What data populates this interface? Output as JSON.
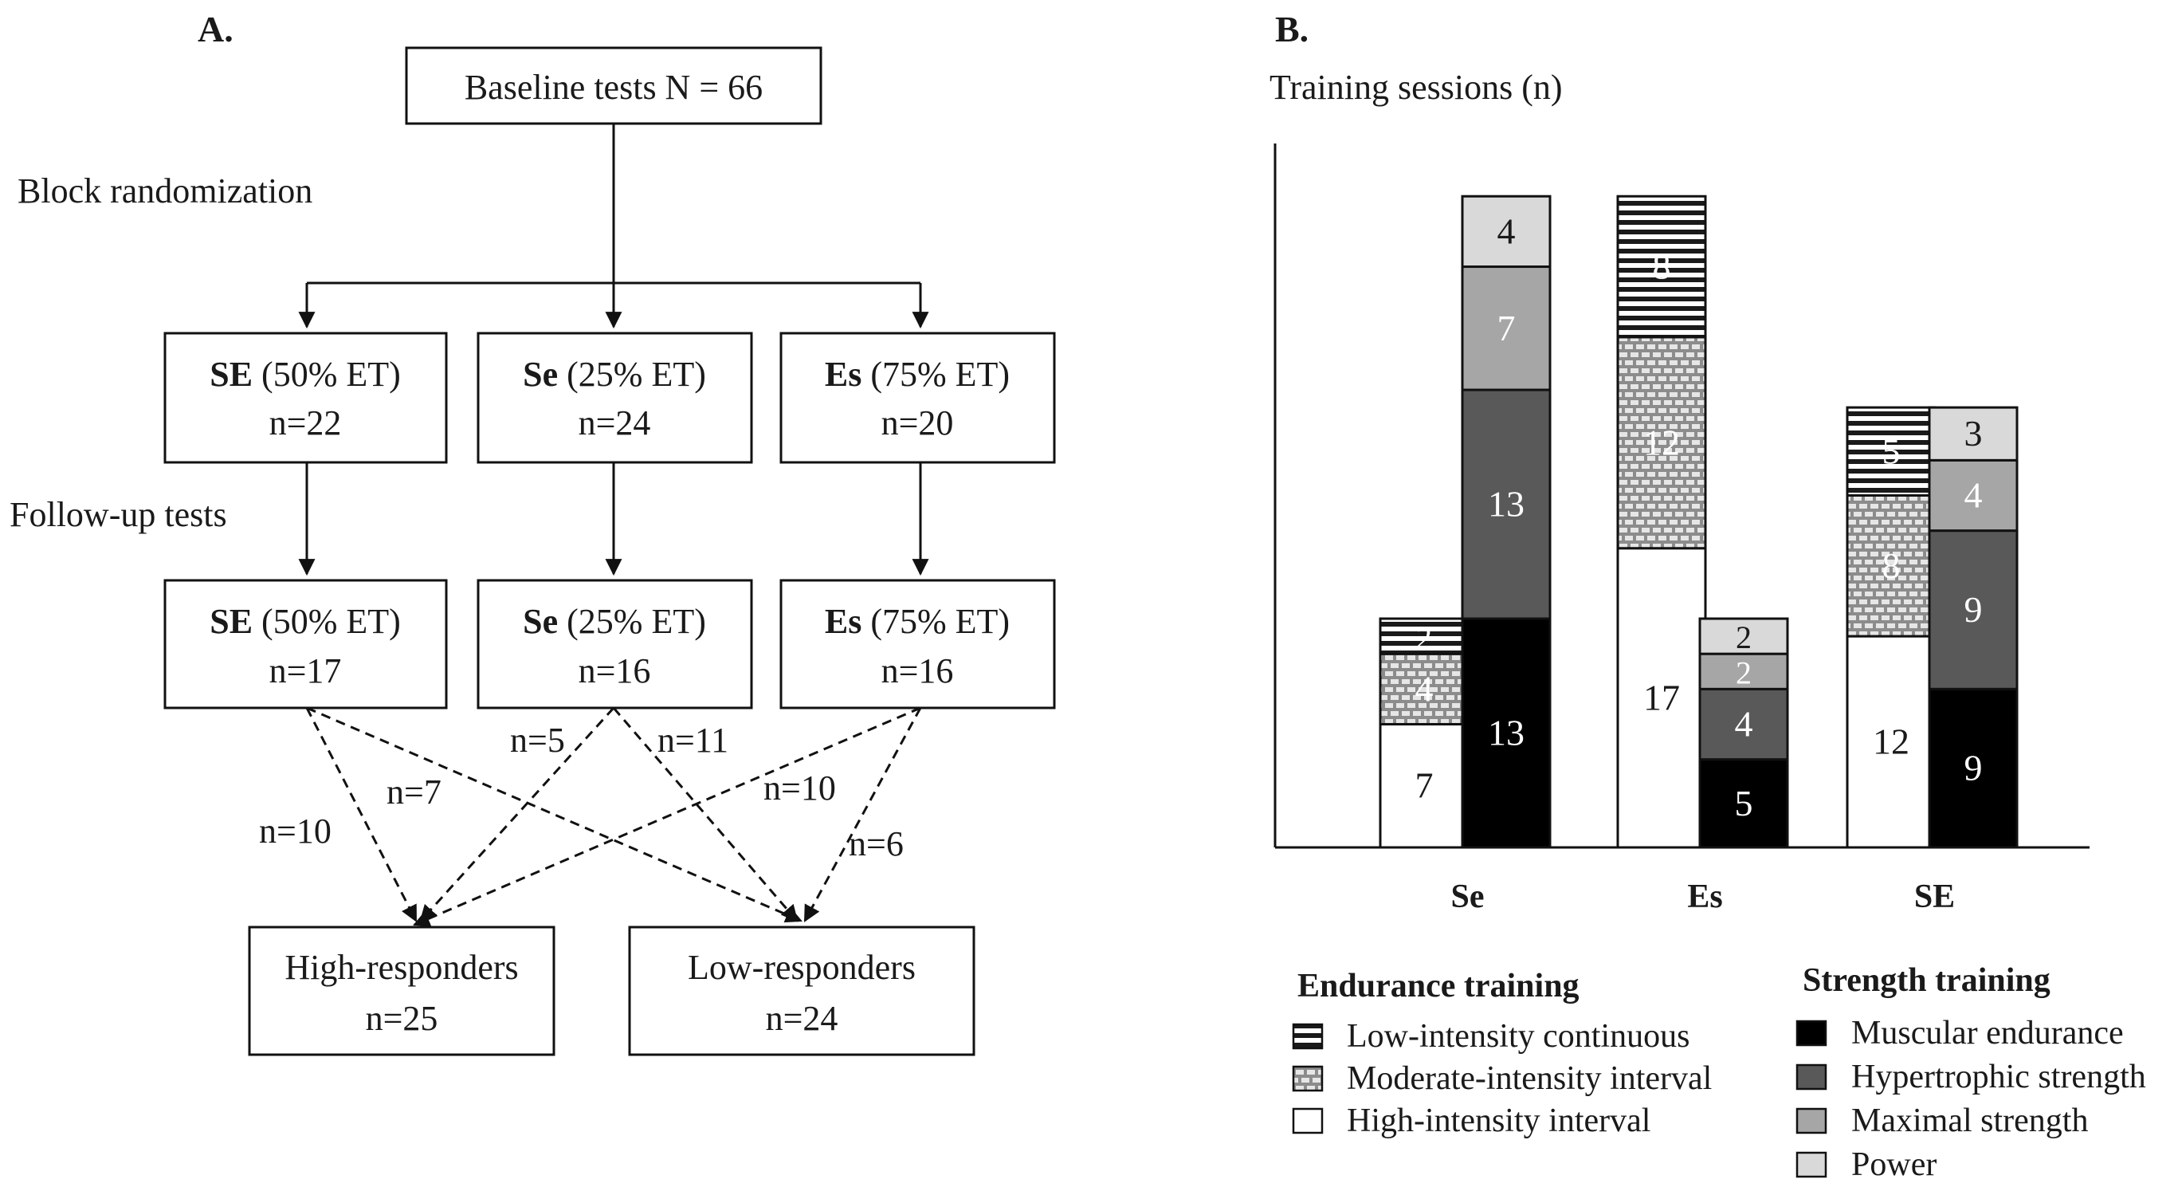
{
  "panelA": {
    "label": "A.",
    "baseline": "Baseline tests N = 66",
    "block_randomization": "Block randomization",
    "followup_label": "Follow-up tests",
    "groups": [
      {
        "abbr": "SE",
        "pct": " (50% ET)",
        "n_baseline": "n=22",
        "n_followup": "n=17"
      },
      {
        "abbr": "Se",
        "pct": " (25% ET)",
        "n_baseline": "n=24",
        "n_followup": "n=16"
      },
      {
        "abbr": "Es",
        "pct": " (75% ET)",
        "n_baseline": "n=20",
        "n_followup": "n=16"
      }
    ],
    "flow_labels": {
      "se_high": "n=10",
      "se_low": "n=7",
      "se25_high": "n=5",
      "se25_low": "n=11",
      "es_high": "n=10",
      "es_low": "n=6"
    },
    "outcomes": [
      {
        "label": "High-responders",
        "n": "n=25"
      },
      {
        "label": "Low-responders",
        "n": "n=24"
      }
    ]
  },
  "panelB": {
    "label": "B.",
    "ytitle": "Training sessions (n)",
    "legend_endurance_title": "Endurance training",
    "legend_strength_title": "Strength training"
  },
  "chart_data": {
    "type": "bar",
    "stacked": true,
    "title": "",
    "ylabel": "Training sessions (n)",
    "categories": [
      "Se",
      "Es",
      "SE"
    ],
    "groups": [
      {
        "name": "Endurance training",
        "series": [
          {
            "name": "High-intensity interval",
            "color": "#ffffff",
            "pattern": "none",
            "values": [
              7,
              17,
              12
            ]
          },
          {
            "name": "Moderate-intensity interval",
            "color": "#7a7a7a",
            "pattern": "brick",
            "values": [
              4,
              12,
              8
            ]
          },
          {
            "name": "Low-intensity continuous",
            "color": "#1a1a1a",
            "pattern": "stripes",
            "values": [
              2,
              8,
              5
            ]
          }
        ]
      },
      {
        "name": "Strength training",
        "series": [
          {
            "name": "Muscular endurance",
            "color": "#000000",
            "values": [
              13,
              5,
              9
            ]
          },
          {
            "name": "Hypertrophic strength",
            "color": "#595959",
            "values": [
              13,
              4,
              9
            ]
          },
          {
            "name": "Maximal strength",
            "color": "#a6a6a6",
            "values": [
              7,
              2,
              4
            ]
          },
          {
            "name": "Power",
            "color": "#d9d9d9",
            "values": [
              4,
              2,
              3
            ]
          }
        ]
      }
    ],
    "ylim": [
      0,
      40
    ],
    "grid": false,
    "legend_placement": "bottom"
  }
}
